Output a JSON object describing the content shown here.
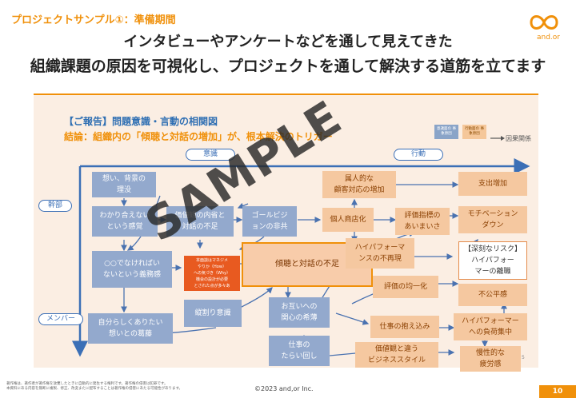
{
  "header": {
    "tag": "プロジェクトサンプル①：準備期間",
    "title_line1": "インタビューやアンケートなどを通して見えてきた",
    "title_line2": "組織課題の原因を可視化し、プロジェクトを通して解決する道筋を立てます",
    "logo_text": "and.or"
  },
  "panel": {
    "report_title": "【ご報告】問題意識・言動の相関図",
    "conclusion": "結論：組織内の「傾聴と対話の増加」が、根本解決のトリガー",
    "legend": {
      "blue": "意識面の\n事象原因",
      "orange": "行動面の\n事象原因",
      "causal": "因果関係"
    },
    "axes": {
      "ishiki": "意識",
      "koudou": "行動",
      "kanbu": "幹部",
      "member": "メンバー"
    },
    "nodes": {
      "n1": "想い、背景の\n理没",
      "n2": "わかり合えない\nという感覚",
      "n3": "価値観の内省と\n対話の不足",
      "n4": "ゴールビジ\nョンの非共",
      "n5": "属人的な\n顧客対応の増加",
      "n6": "支出増加",
      "n7": "個人商店化",
      "n8": "評価指標の\nあいまいさ",
      "n9": "モチベーション\nダウン",
      "n10": "○○でなければい\nないという義務感",
      "n11": "傾聴と対話の不足",
      "n12": "ハイパフォーマ\nンスの不再現",
      "n13": "【深刻なリスク】\nハイパフォー\nマーの離職",
      "n14": "評価の均一化",
      "n15": "不公平感",
      "n16": "縦割り意識",
      "n17": "お互いへの\n関心の希薄",
      "n18": "自分らしくありたい\n想いとの葛藤",
      "n19": "仕事の抱え込み",
      "n20": "ハイパフォーマー\nへの負荷集中",
      "n21": "仕事の\nたらい回し",
      "n22": "価値観と違う\nビジネススタイル",
      "n23": "慢性的な\n疲労感"
    },
    "note": "本面談はマネジメ\nやりか（How）\nへの気づき（Why）\n機会の設計が必要\nとされた点が多々あ",
    "inner_page": "5"
  },
  "watermark": "SAMPLE",
  "footer": {
    "note": "著作権は、著作者が著作権を放棄したときに自動的に発生する権利です。著作権の侵害は犯罪です。\n本資料にある内容を無断に複製、修正、改変またに配布することは著作権の侵害にあたる可能性があります。",
    "copyright": "©2023 and,or Inc.",
    "page": "10"
  },
  "colors": {
    "accent": "#f0900a",
    "blue": "#3b6fb6",
    "node_blue": "#93a9cd",
    "node_orange": "#f5c8a0"
  }
}
